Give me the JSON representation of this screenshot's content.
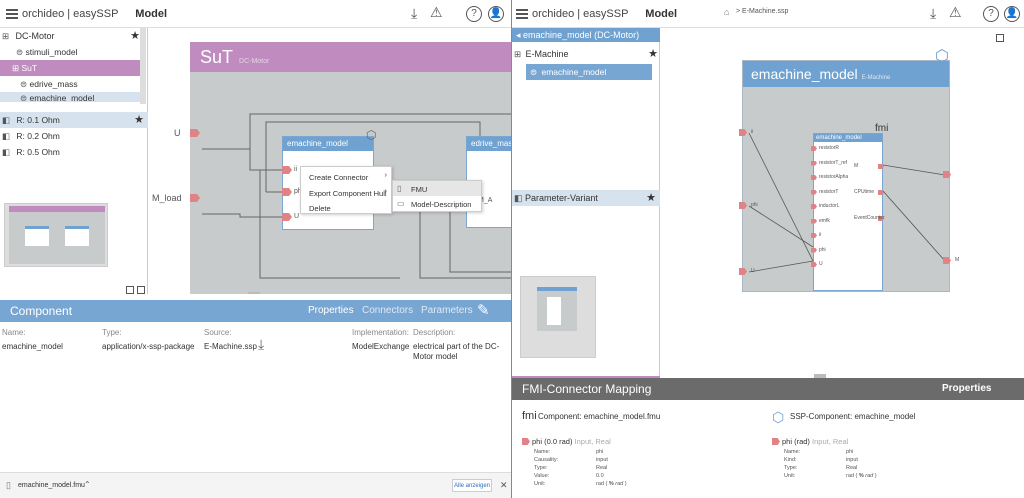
{
  "left": {
    "app": {
      "brand": "orchideo | easySSP",
      "mode": "Model"
    },
    "tree": {
      "items": [
        {
          "label": "DC-Motor",
          "starred": true
        },
        {
          "label": "stimuli_model"
        },
        {
          "label": "SuT",
          "selected": true
        },
        {
          "label": "edrive_mass"
        },
        {
          "label": "emachine_model"
        }
      ],
      "variants": [
        {
          "label": "R: 0.1 Ohm",
          "starred": true,
          "selected": true
        },
        {
          "label": "R: 0.2 Ohm"
        },
        {
          "label": "R: 0.5 Ohm"
        }
      ]
    },
    "canvas": {
      "sut_title": "SuT",
      "sut_subtitle": "DC-Motor",
      "inputs": [
        "U",
        "M_load"
      ],
      "emachine": {
        "title": "emachine_model",
        "ports": [
          "ii",
          "phi",
          "U"
        ]
      },
      "edrive": {
        "title": "edrive_mass",
        "ports": [
          "M_A"
        ]
      },
      "context_menu": [
        "Create Connector",
        "Export Component Hull",
        "Delete"
      ],
      "submenu": [
        "FMU",
        "Model-Description"
      ]
    },
    "component_panel": {
      "title": "Component",
      "tabs": [
        "Properties",
        "Connectors",
        "Parameters"
      ],
      "fields": {
        "name_label": "Name:",
        "name": "emachine_model",
        "type_label": "Type:",
        "type": "application/x-ssp-package",
        "source_label": "Source:",
        "source": "E-Machine.ssp",
        "impl_label": "Implementation:",
        "impl": "ModelExchange",
        "desc_label": "Description:",
        "desc": "electrical part of the DC-Motor model"
      }
    },
    "download": {
      "file": "emachine_model.fmu",
      "show_all": "Alle anzeigen"
    }
  },
  "right": {
    "app": {
      "brand": "orchideo | easySSP",
      "mode": "Model"
    },
    "breadcrumb": "E-Machine.ssp",
    "tree": {
      "header": "emachine_model (DC-Motor)",
      "items": [
        {
          "label": "E-Machine",
          "starred": true
        },
        {
          "label": "emachine_model",
          "selected": true
        }
      ],
      "variant_header": "Parameter-Variant"
    },
    "canvas": {
      "title": "emachine_model",
      "subtitle": "E-Machine",
      "inner_title": "emachine_model",
      "inner_ports_left": [
        "resistorR",
        "resistorT_ref",
        "resistorAlpha",
        "resistorT",
        "inductorL",
        "emfk",
        "ii",
        "phi",
        "U"
      ],
      "inner_ports_right": [
        "M",
        "CPUtime",
        "EventCounter"
      ],
      "outer_left": [
        "ii",
        "phi",
        "U"
      ],
      "outer_right": [
        "M"
      ]
    },
    "mapping_panel": {
      "title": "FMI-Connector Mapping",
      "tab": "Properties",
      "fmi_component": "Component: emachine_model.fmu",
      "ssp_component": "SSP-Component: emachine_model",
      "fmi_port": "phi (0.0 rad)",
      "fmi_port_type": "Input, Real",
      "ssp_port": "phi (rad)",
      "ssp_port_type": "Input, Real",
      "fmi_kv": [
        [
          "Name:",
          "phi"
        ],
        [
          "Causality:",
          "input"
        ],
        [
          "Type:",
          "Real"
        ],
        [
          "Value:",
          "0.0"
        ],
        [
          "Unit:",
          "rad"
        ]
      ],
      "ssp_kv": [
        [
          "Name:",
          "phi"
        ],
        [
          "Kind:",
          "input"
        ],
        [
          "Type:",
          "Real"
        ],
        [
          "Unit:",
          "rad"
        ]
      ]
    }
  }
}
